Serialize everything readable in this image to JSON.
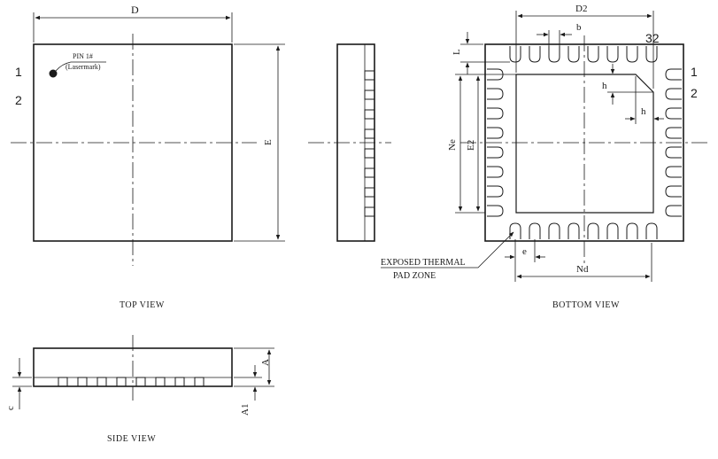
{
  "top_view": {
    "caption": "TOP VIEW",
    "dim_d": "D",
    "dim_e": "E",
    "pin1_note_line1": "PIN 1#",
    "pin1_note_line2": "(Lasermark)",
    "pin_label_1": "1",
    "pin_label_2": "2"
  },
  "bottom_view": {
    "caption": "BOTTOM VIEW",
    "dim_d2": "D2",
    "dim_b": "b",
    "dim_l": "L",
    "dim_ne": "Ne",
    "dim_e2": "E2",
    "dim_h_vertical": "h",
    "dim_h_horizontal": "h",
    "dim_e_pitch": "e",
    "dim_nd": "Nd",
    "pin_label_32": "32",
    "pin_label_1": "1",
    "pin_label_2": "2",
    "pad_note_line1": "EXPOSED THERMAL",
    "pad_note_line2": "PAD ZONE"
  },
  "side_view": {
    "caption": "SIDE VIEW",
    "dim_a": "A",
    "dim_a1": "A1",
    "dim_c": "c"
  },
  "colors": {
    "ink": "#1a1a1a",
    "background": "#ffffff"
  }
}
